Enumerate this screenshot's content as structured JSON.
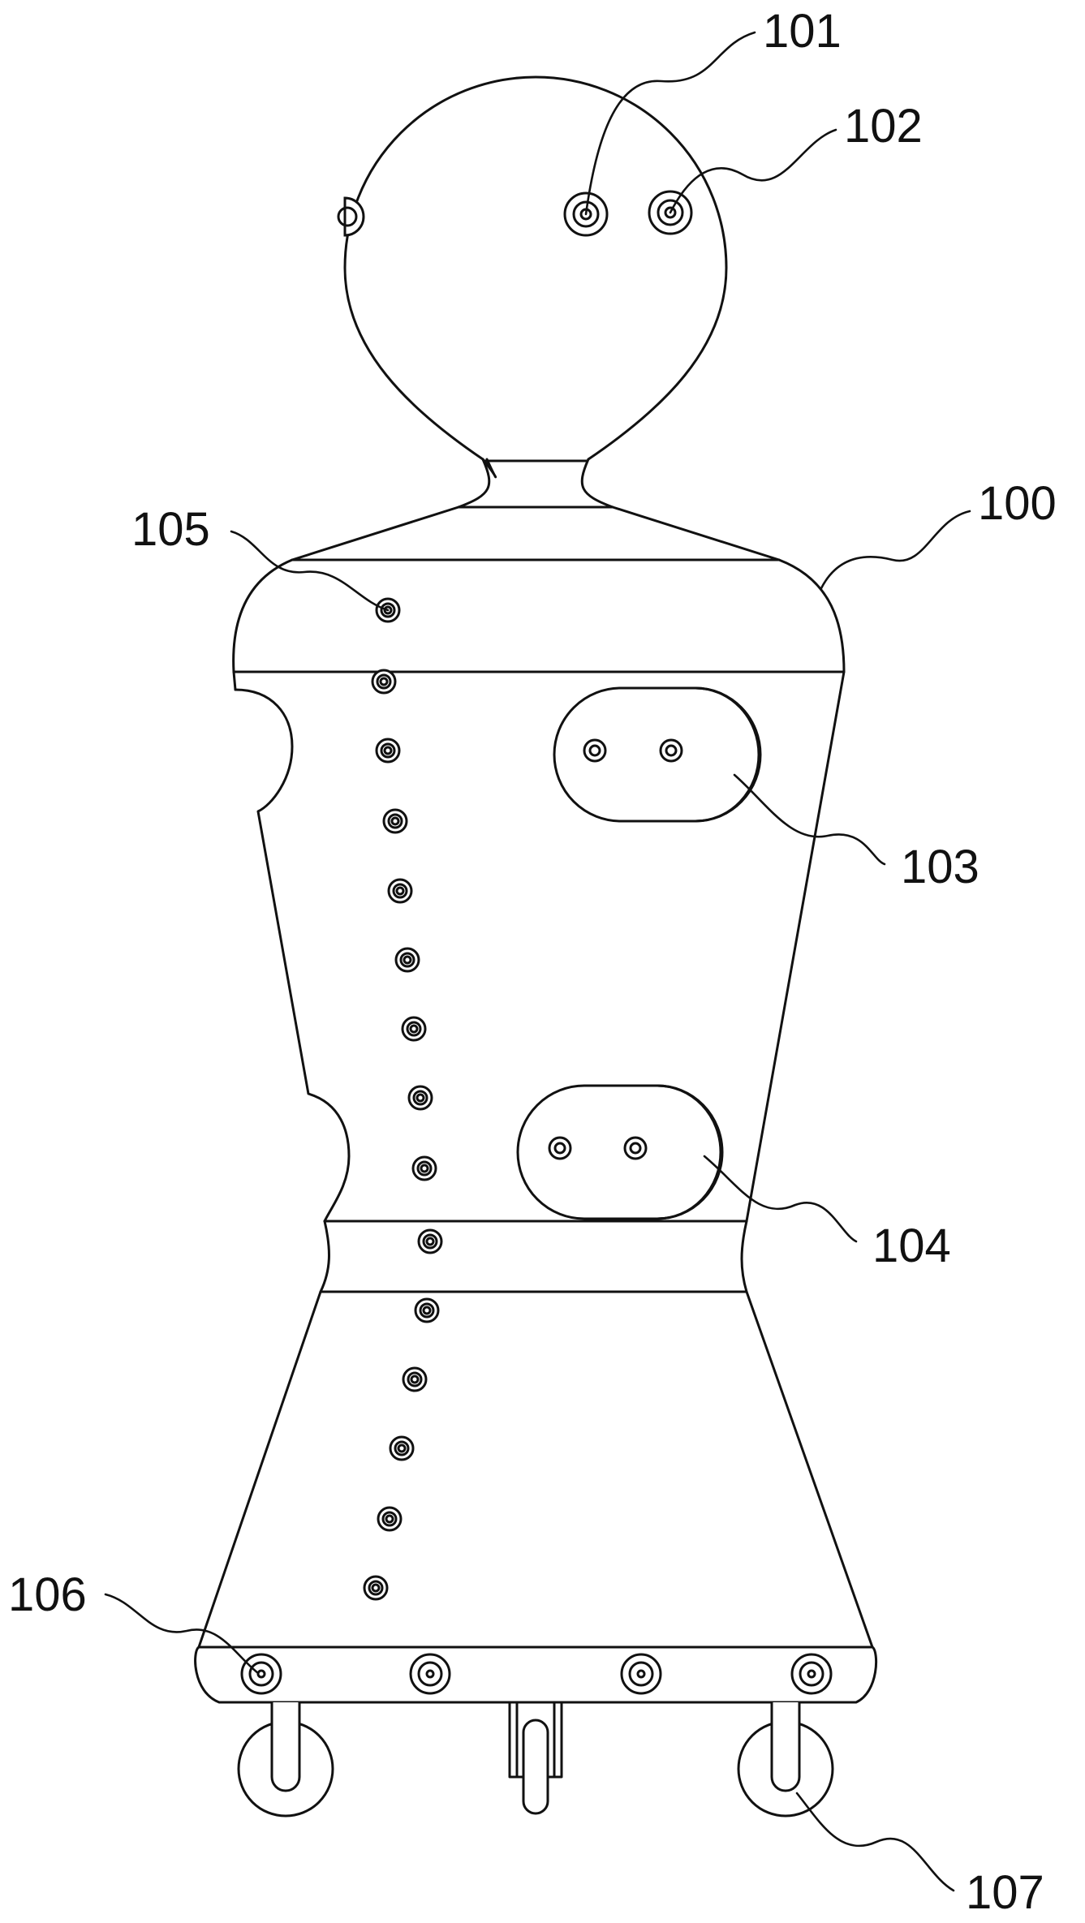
{
  "figure": {
    "labels": {
      "robot_body": "100",
      "eye_left": "101",
      "eye_right": "102",
      "upper_arm_pad": "103",
      "lower_arm_pad": "104",
      "spine_sensor_column": "105",
      "base_sensor_row": "106",
      "caster_wheel": "107"
    }
  }
}
